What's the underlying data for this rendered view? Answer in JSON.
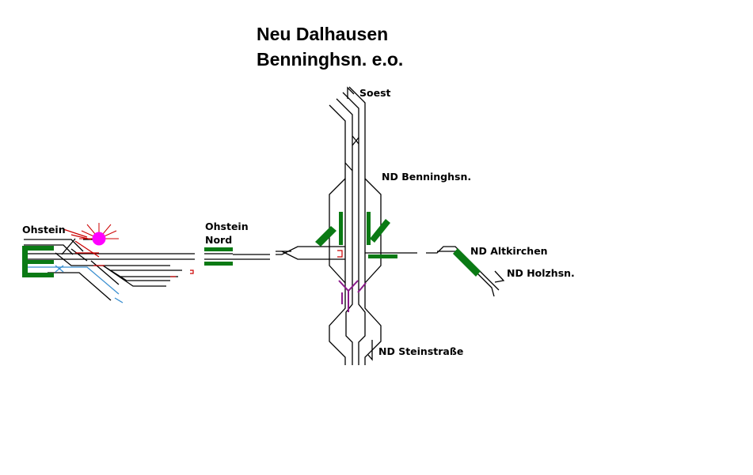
{
  "title": {
    "line1": "Neu Dalhausen",
    "line2": "Benninghsn. e.o."
  },
  "labels": {
    "soest": "Soest",
    "nd_benninghsn": "ND Benninghsn.",
    "ohstein": "Ohstein",
    "ohstein_nord_1": "Ohstein",
    "ohstein_nord_2": "Nord",
    "nd_altkirchen": "ND Altkirchen",
    "nd_holzhsn": "ND Holzhsn.",
    "nd_steinstrasse": "ND Steinstraße"
  },
  "colors": {
    "track": "#000000",
    "platform": "#0a7a14",
    "signal": "#cc0000",
    "light": "#ff00ff",
    "crossover": "#8a1a8a",
    "siding": "#3a8fd0"
  }
}
